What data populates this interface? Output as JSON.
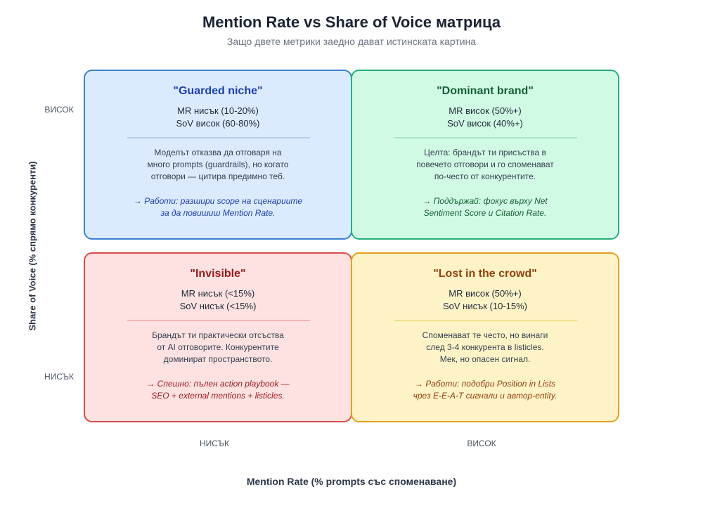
{
  "title": "Mention Rate vs Share of Voice матрица",
  "subtitle": "Защо двете метрики заедно дават истинската картина",
  "axes": {
    "x_label": "Mention Rate (% prompts със споменаване)",
    "y_label": "Share of Voice (% спрямо конкуренти)",
    "x_low": "НИСЪК",
    "x_high": "ВИСОК",
    "y_low": "НИСЪК",
    "y_high": "ВИСОК"
  },
  "quadrants": {
    "top_left": {
      "name": "\"Guarded niche\"",
      "metrics": [
        "MR нисък (10-20%)",
        "SoV висок (60-80%)"
      ],
      "description": [
        "Моделът отказва да отговаря на",
        "много prompts (guardrails), но когато",
        "отговори — цитира предимно теб."
      ],
      "action": [
        "→ Работи: разшири scope на сценариите",
        "за да повишиш Mention Rate."
      ],
      "color": "#3b82d6"
    },
    "top_right": {
      "name": "\"Dominant brand\"",
      "metrics": [
        "MR висок (50%+)",
        "SoV висок (40%+)"
      ],
      "description": [
        "Целта: брандът ти присъства в",
        "повечето отговори и го споменават",
        "по-често от конкурентите."
      ],
      "action": [
        "→ Поддържай: фокус върху Net",
        "Sentiment Score и Citation Rate."
      ],
      "color": "#22b07a"
    },
    "bottom_left": {
      "name": "\"Invisible\"",
      "metrics": [
        "MR нисък (<15%)",
        "SoV нисък (<15%)"
      ],
      "description": [
        "Брандът ти практически отсъства",
        "от AI отговорите. Конкурентите",
        "доминират пространството."
      ],
      "action": [
        "→ Спешно: пълен action playbook —",
        "SEO + external mentions + listicles."
      ],
      "color": "#dc4b4b"
    },
    "bottom_right": {
      "name": "\"Lost in the crowd\"",
      "metrics": [
        "MR висок (50%+)",
        "SoV нисък (10-15%)"
      ],
      "description": [
        "Споменават те често, но винаги",
        "след 3-4 конкурента в listicles.",
        "Мек, но опасен сигнал."
      ],
      "action": [
        "→ Работи: подобри Position in Lists",
        "чрез E-E-A-T сигнали и автор-entity."
      ],
      "color": "#e4a11b"
    }
  }
}
